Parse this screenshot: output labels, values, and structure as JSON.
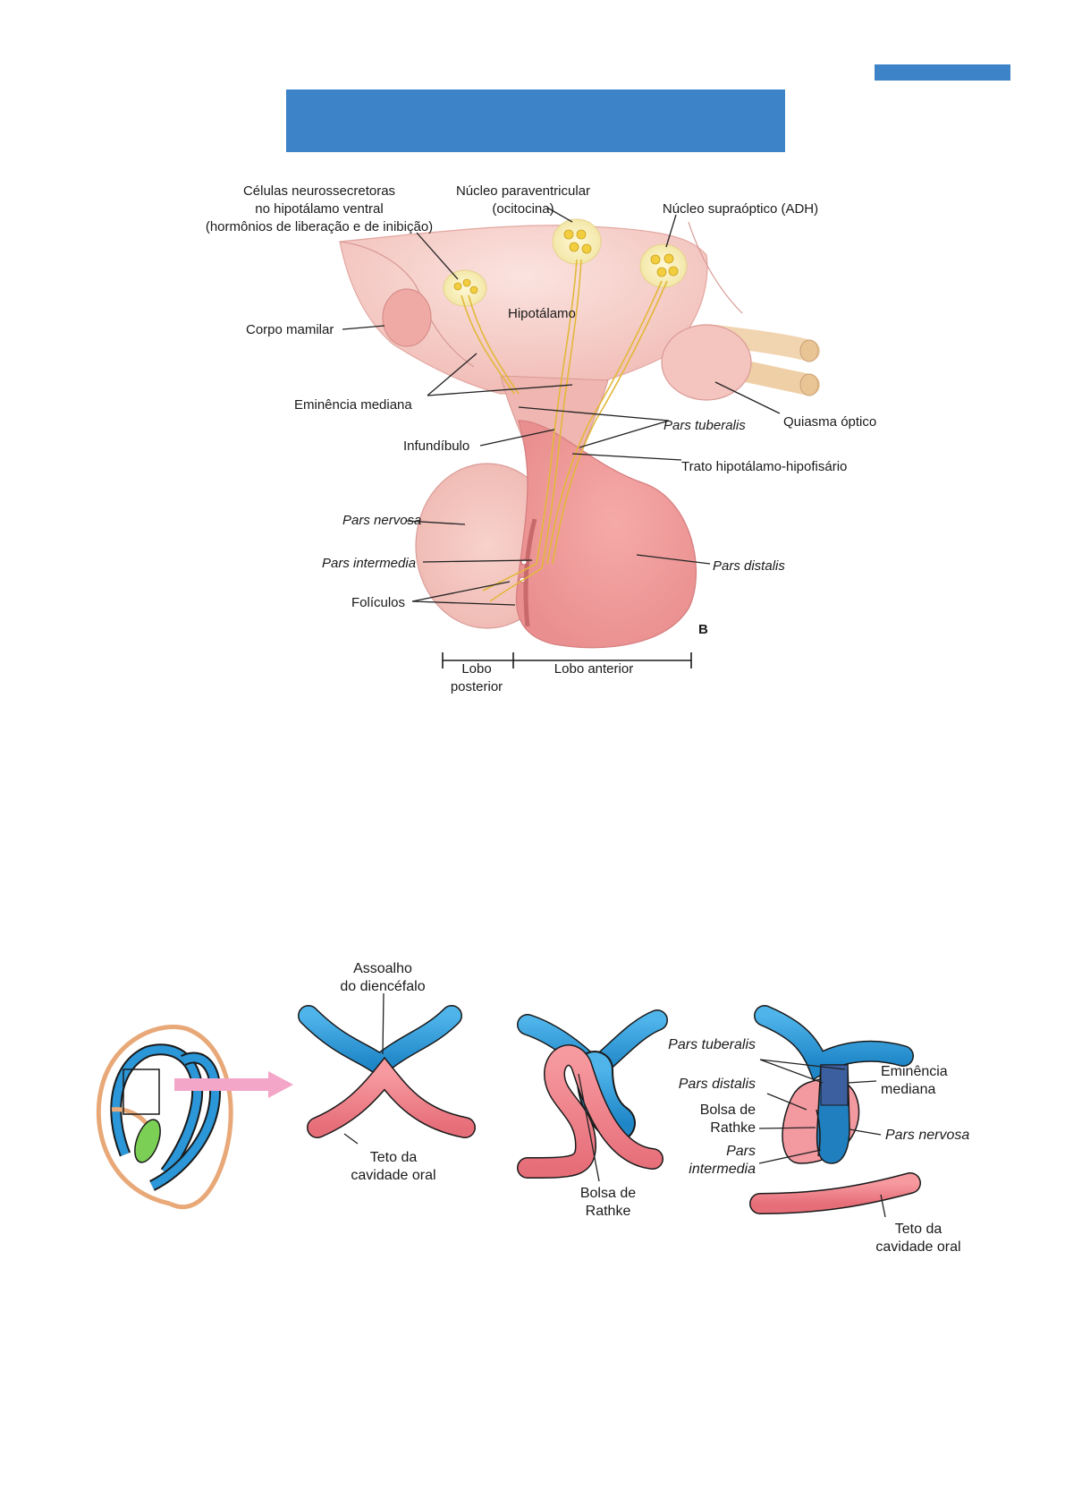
{
  "top_diagram": {
    "labels": {
      "neuro_cells_1": "Células neurossecretoras",
      "neuro_cells_2": "no hipotálamo ventral",
      "neuro_cells_3": "(hormônios de liberação e de inibição)",
      "paraventricular_1": "Núcleo paraventricular",
      "paraventricular_2": "(ocitocina)",
      "supraoptic": "Núcleo supraóptico (ADH)",
      "hypothalamus": "Hipotálamo",
      "mammillary": "Corpo mamilar",
      "median_eminence": "Eminência mediana",
      "pars_tuberalis": "Pars tuberalis",
      "optic_chiasm": "Quiasma óptico",
      "infundibulum": "Infundíbulo",
      "tract": "Trato hipotálamo-hipofisário",
      "pars_nervosa": "Pars nervosa",
      "pars_intermedia": "Pars intermedia",
      "pars_distalis": "Pars distalis",
      "follicles": "Folículos",
      "panel_letter": "B",
      "posterior_lobe_1": "Lobo",
      "posterior_lobe_2": "posterior",
      "anterior_lobe": "Lobo anterior"
    }
  },
  "bottom_diagram": {
    "labels": {
      "floor_1": "Assoalho",
      "floor_2": "do diencéfalo",
      "roof_1": "Teto da",
      "roof_2": "cavidade oral",
      "rathke_1": "Bolsa de",
      "rathke_2": "Rathke",
      "pars_tuberalis": "Pars tuberalis",
      "pars_distalis": "Pars distalis",
      "rathke_b1": "Bolsa de",
      "rathke_b2": "Rathke",
      "pars_intermedia_1": "Pars",
      "pars_intermedia_2": "intermedia",
      "median_1": "Eminência",
      "median_2": "mediana",
      "pars_nervosa": "Pars nervosa",
      "roof_b1": "Teto da",
      "roof_b2": "cavidade oral"
    }
  },
  "colors": {
    "accent_blue": "#3d83c7",
    "tissue_pink": "#f2b6b2",
    "neural_blue": "#2f97d7",
    "oral_pink": "#ee7d86",
    "nerve_yellow": "#e8c44a"
  }
}
